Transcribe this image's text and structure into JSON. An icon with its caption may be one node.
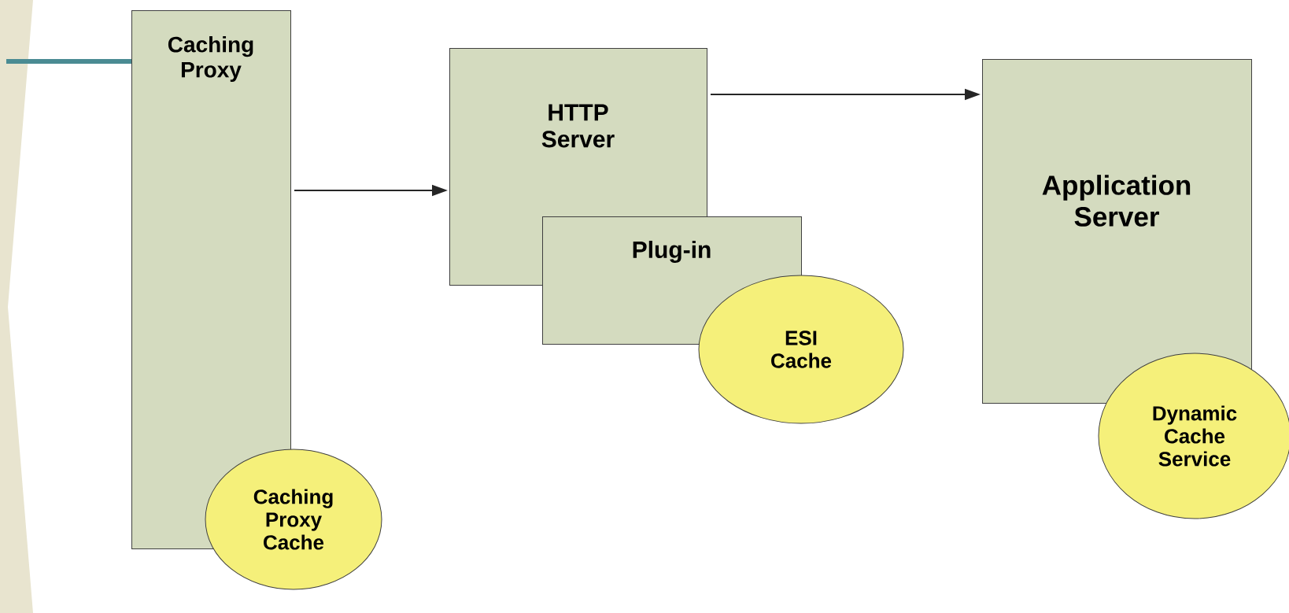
{
  "diagram": {
    "nodes": [
      {
        "text": [
          "Caching Proxy"
        ]
      },
      {
        "text": [
          "Caching Proxy Cache"
        ]
      },
      {
        "text": [
          "HTTP Server"
        ]
      },
      {
        "text": [
          "Plug-in"
        ]
      },
      {
        "text": [
          "ESI Cache"
        ]
      },
      {
        "text": [
          "Application Server"
        ]
      },
      {
        "text": [
          "Dynamic Cache Service"
        ]
      }
    ],
    "edges": [
      {
        "from": 0,
        "to": 2,
        "arrow": "to"
      },
      {
        "from": 2,
        "to": 5,
        "arrow": "to"
      }
    ]
  }
}
